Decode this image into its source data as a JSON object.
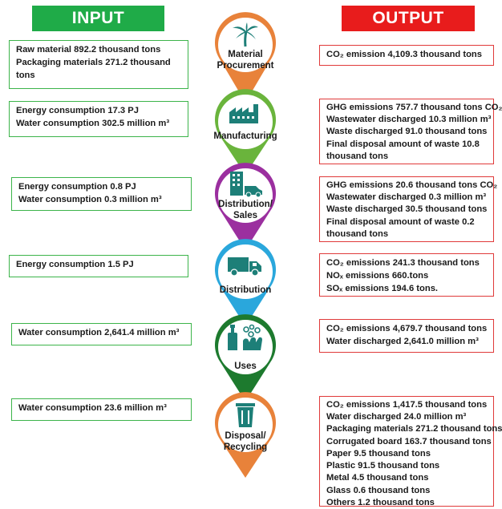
{
  "headers": {
    "input": "INPUT",
    "output": "OUTPUT"
  },
  "stages": [
    {
      "name_lines": [
        "Material",
        "Procurement"
      ],
      "icon": "palm-tree-icon",
      "color": "#e8823a",
      "input": [
        "Raw material 892.2 thousand tons",
        "Packaging materials 271.2 thousand tons"
      ],
      "output": [
        "CO₂ emission 4,109.3 thousand tons"
      ]
    },
    {
      "name_lines": [
        "Manufacturing"
      ],
      "icon": "factory-icon",
      "color": "#6ab43c",
      "input": [
        "Energy consumption 17.3 PJ",
        "Water consumption 302.5 million m³"
      ],
      "output": [
        "GHG emissions 757.7 thousand tons CO₂",
        "Wastewater discharged 10.3 million m³",
        "Waste discharged 91.0 thousand tons",
        "Final disposal amount of waste 10.8 thousand tons"
      ]
    },
    {
      "name_lines": [
        "Distribution/",
        "Sales"
      ],
      "icon": "store-truck-icon",
      "color": "#9b2f9f",
      "input": [
        "Energy consumption 0.8 PJ",
        "Water consumption 0.3 million m³"
      ],
      "output": [
        "GHG emissions 20.6 thousand tons CO₂",
        "Wastewater discharged 0.3 million m³",
        "Waste discharged 30.5 thousand tons",
        "Final disposal amount of waste 0.2 thousand tons"
      ]
    },
    {
      "name_lines": [
        "Distribution"
      ],
      "icon": "truck-icon",
      "color": "#2aa7dc",
      "input": [
        "Energy consumption 1.5 PJ"
      ],
      "output": [
        "CO₂ emissions 241.3 thousand tons",
        "NOₓ emissions 660.tons",
        "SOₓ emissions 194.6 tons."
      ]
    },
    {
      "name_lines": [
        "Uses"
      ],
      "icon": "bottle-washing-icon",
      "color": "#1d7a2e",
      "input": [
        "Water consumption 2,641.4 million m³"
      ],
      "output": [
        "CO₂ emissions 4,679.7 thousand tons",
        "Water discharged 2,641.0 million m³"
      ]
    },
    {
      "name_lines": [
        "Disposal/",
        "Recycling"
      ],
      "icon": "trash-bin-icon",
      "color": "#e8823a",
      "input": [
        "Water consumption 23.6 million m³"
      ],
      "output": [
        "CO₂ emissions 1,417.5 thousand tons",
        "Water discharged 24.0 million m³",
        "Packaging materials 271.2 thousand tons",
        "Corrugated board 163.7 thousand tons",
        "Paper 9.5 thousand tons",
        "Plastic 91.5 thousand tons",
        "Metal 4.5 thousand tons",
        "Glass 0.6 thousand tons",
        "Others 1.2 thousand tons"
      ]
    }
  ]
}
